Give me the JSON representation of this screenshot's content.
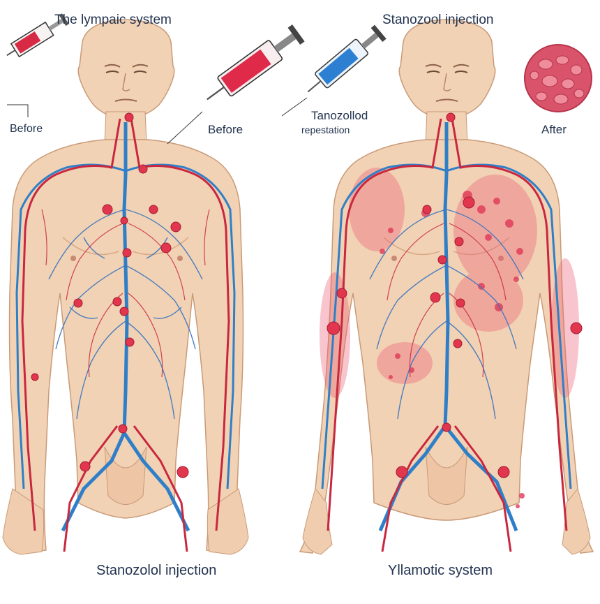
{
  "labels": {
    "top_left": "The lympaic system",
    "top_right": "Stanozool injection",
    "before_1": "Before",
    "before_2": "Before",
    "repetition_title": "Tanozollod",
    "repetition_sub": "repestation",
    "after": "After",
    "bottom_left": "Stanozolol injection",
    "bottom_right": "Yllamotic system"
  },
  "colors": {
    "skin": "#f2d2b4",
    "skin_shadow": "#e3b895",
    "vein_blue": "#2f7fc8",
    "artery_red": "#c8283f",
    "node_red": "#e2364f",
    "rash_pink": "#ec5a72",
    "text": "#22334f"
  }
}
